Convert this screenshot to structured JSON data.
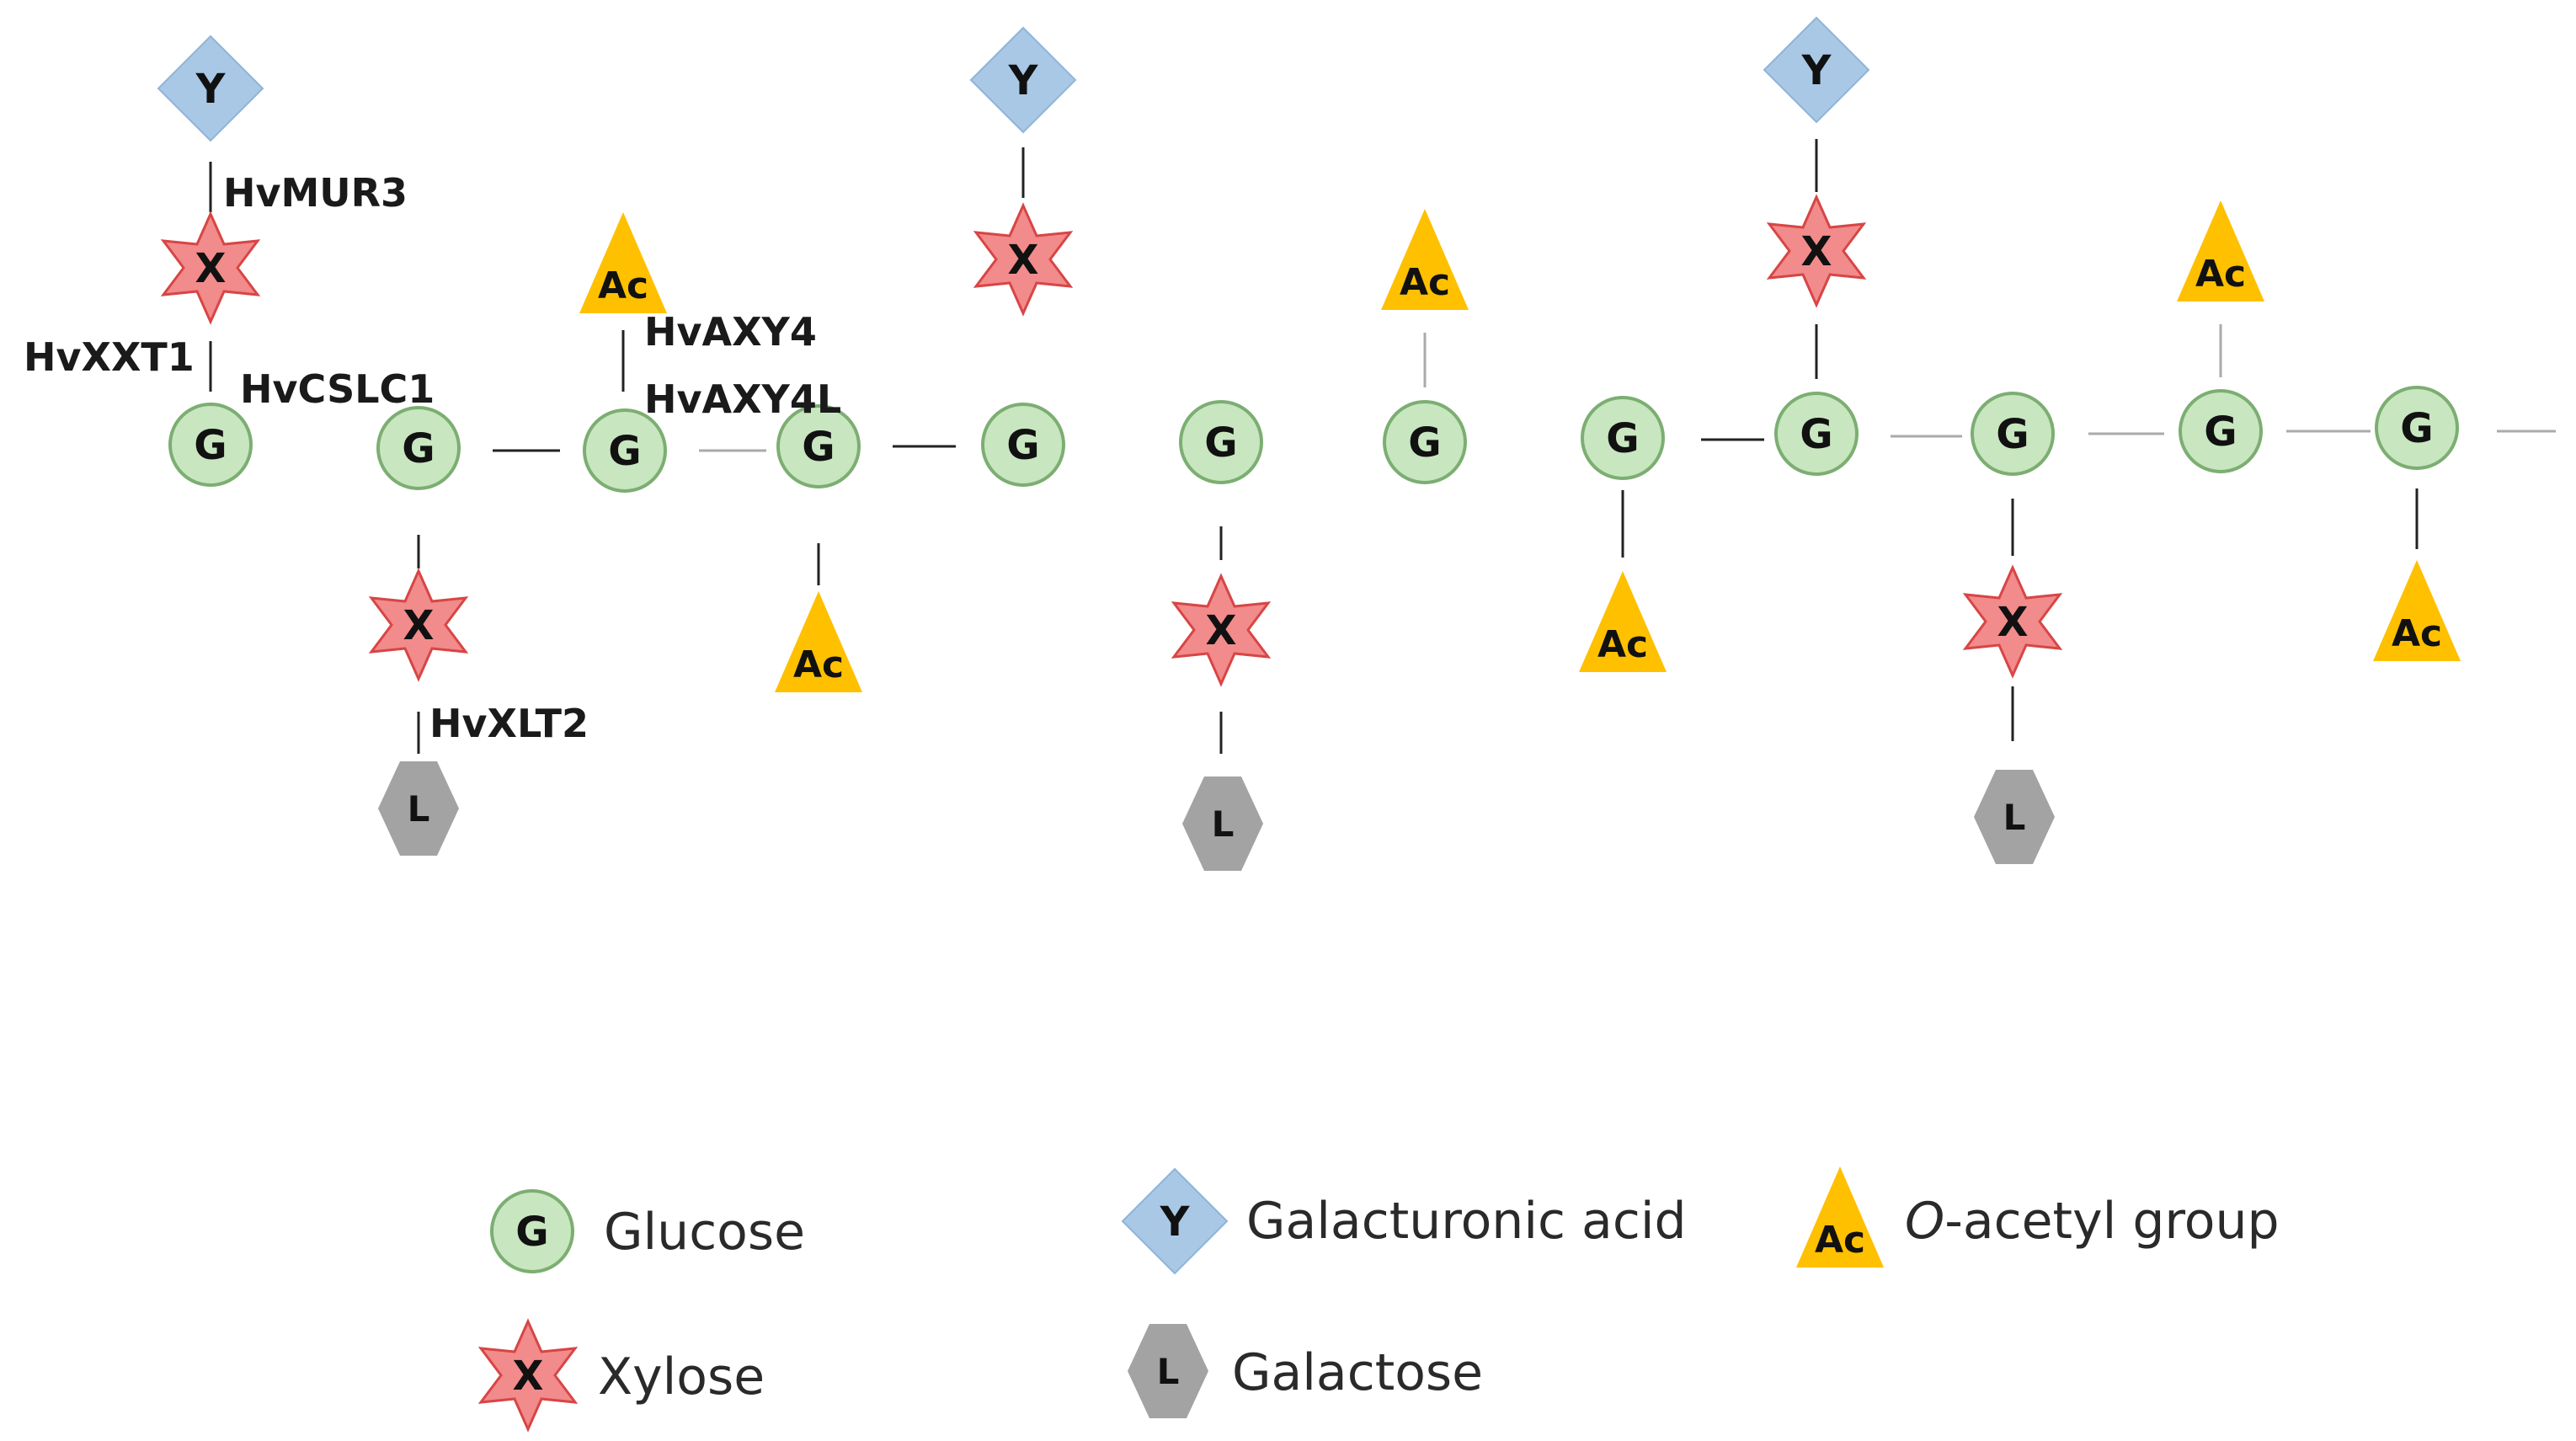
{
  "symbols": {
    "glucose": "G",
    "xylose": "X",
    "galacturonic_acid": "Y",
    "galactose": "L",
    "acetyl": "Ac"
  },
  "enzymes": {
    "mur3": "HvMUR3",
    "xxt1": "HvXXT1",
    "cslc1": "HvCSLC1",
    "axy4": "HvAXY4",
    "axy4l": "HvAXY4L",
    "xlt2": "HvXLT2"
  },
  "legend": {
    "glucose": "Glucose",
    "galacturonic_acid": "Galacturonic acid",
    "acetyl_prefix": "O",
    "acetyl_suffix": "-acetyl group",
    "xylose": "Xylose",
    "galactose": "Galactose"
  },
  "colors": {
    "glucose_fill": "#c8e6c0",
    "glucose_stroke": "#7cae72",
    "xylose_fill": "#f28b8b",
    "xylose_stroke": "#d84545",
    "galacturonic_fill": "#a9c8e6",
    "galactose_fill": "#a3a3a3",
    "acetyl_fill": "#ffc000"
  }
}
